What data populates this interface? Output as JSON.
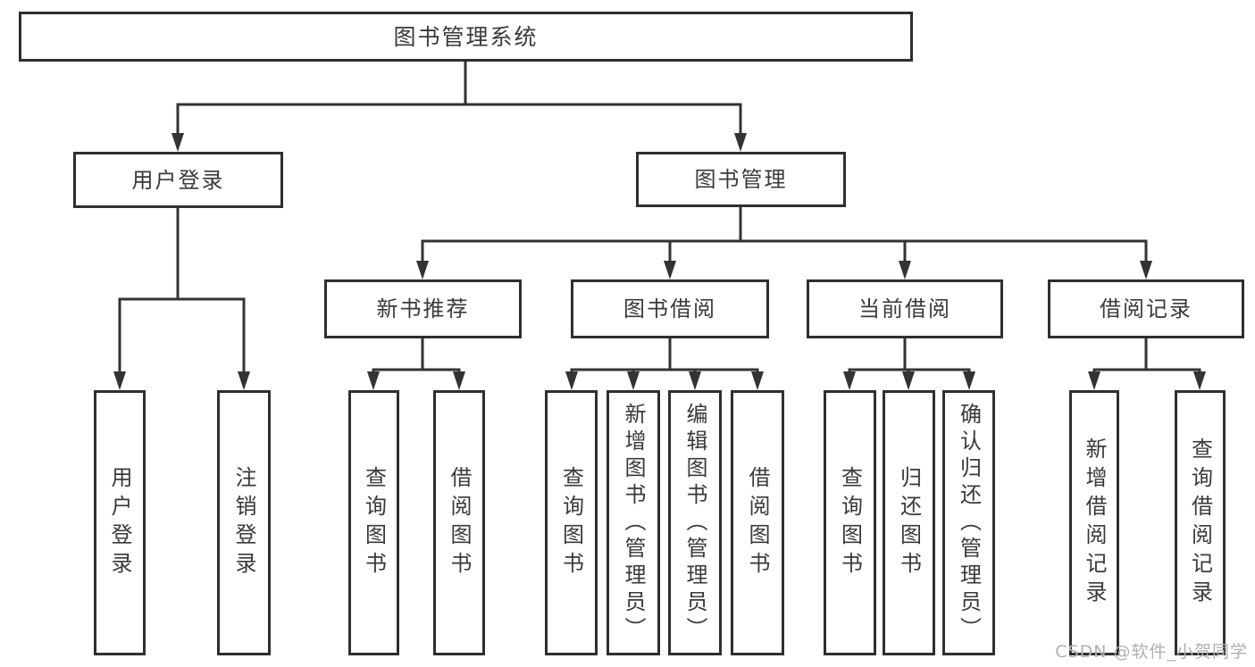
{
  "colors": {
    "background": "#ffffff",
    "line": "#333333",
    "box_border": "#2f2f2f",
    "text": "#3a3a3a",
    "watermark_color": "#b0b0b0"
  },
  "diagram": {
    "root": {
      "label": "图书管理系统"
    },
    "login": {
      "label": "用户登录",
      "children": [
        {
          "label": "用户登录"
        },
        {
          "label": "注销登录"
        }
      ]
    },
    "management": {
      "label": "图书管理",
      "sections": [
        {
          "label": "新书推荐",
          "children": [
            {
              "label": "查询图书"
            },
            {
              "label": "借阅图书"
            }
          ]
        },
        {
          "label": "图书借阅",
          "children": [
            {
              "label": "查询图书"
            },
            {
              "label": "新增图书（管理员）"
            },
            {
              "label": "编辑图书（管理员）"
            },
            {
              "label": "借阅图书"
            }
          ]
        },
        {
          "label": "当前借阅",
          "children": [
            {
              "label": "查询图书"
            },
            {
              "label": "归还图书"
            },
            {
              "label": "确认归还（管理员）"
            }
          ]
        },
        {
          "label": "借阅记录",
          "children": [
            {
              "label": "新增借阅记录"
            },
            {
              "label": "查询借阅记录"
            }
          ]
        }
      ]
    }
  },
  "watermark": {
    "text": "CSDN @软件_小贺同学"
  }
}
